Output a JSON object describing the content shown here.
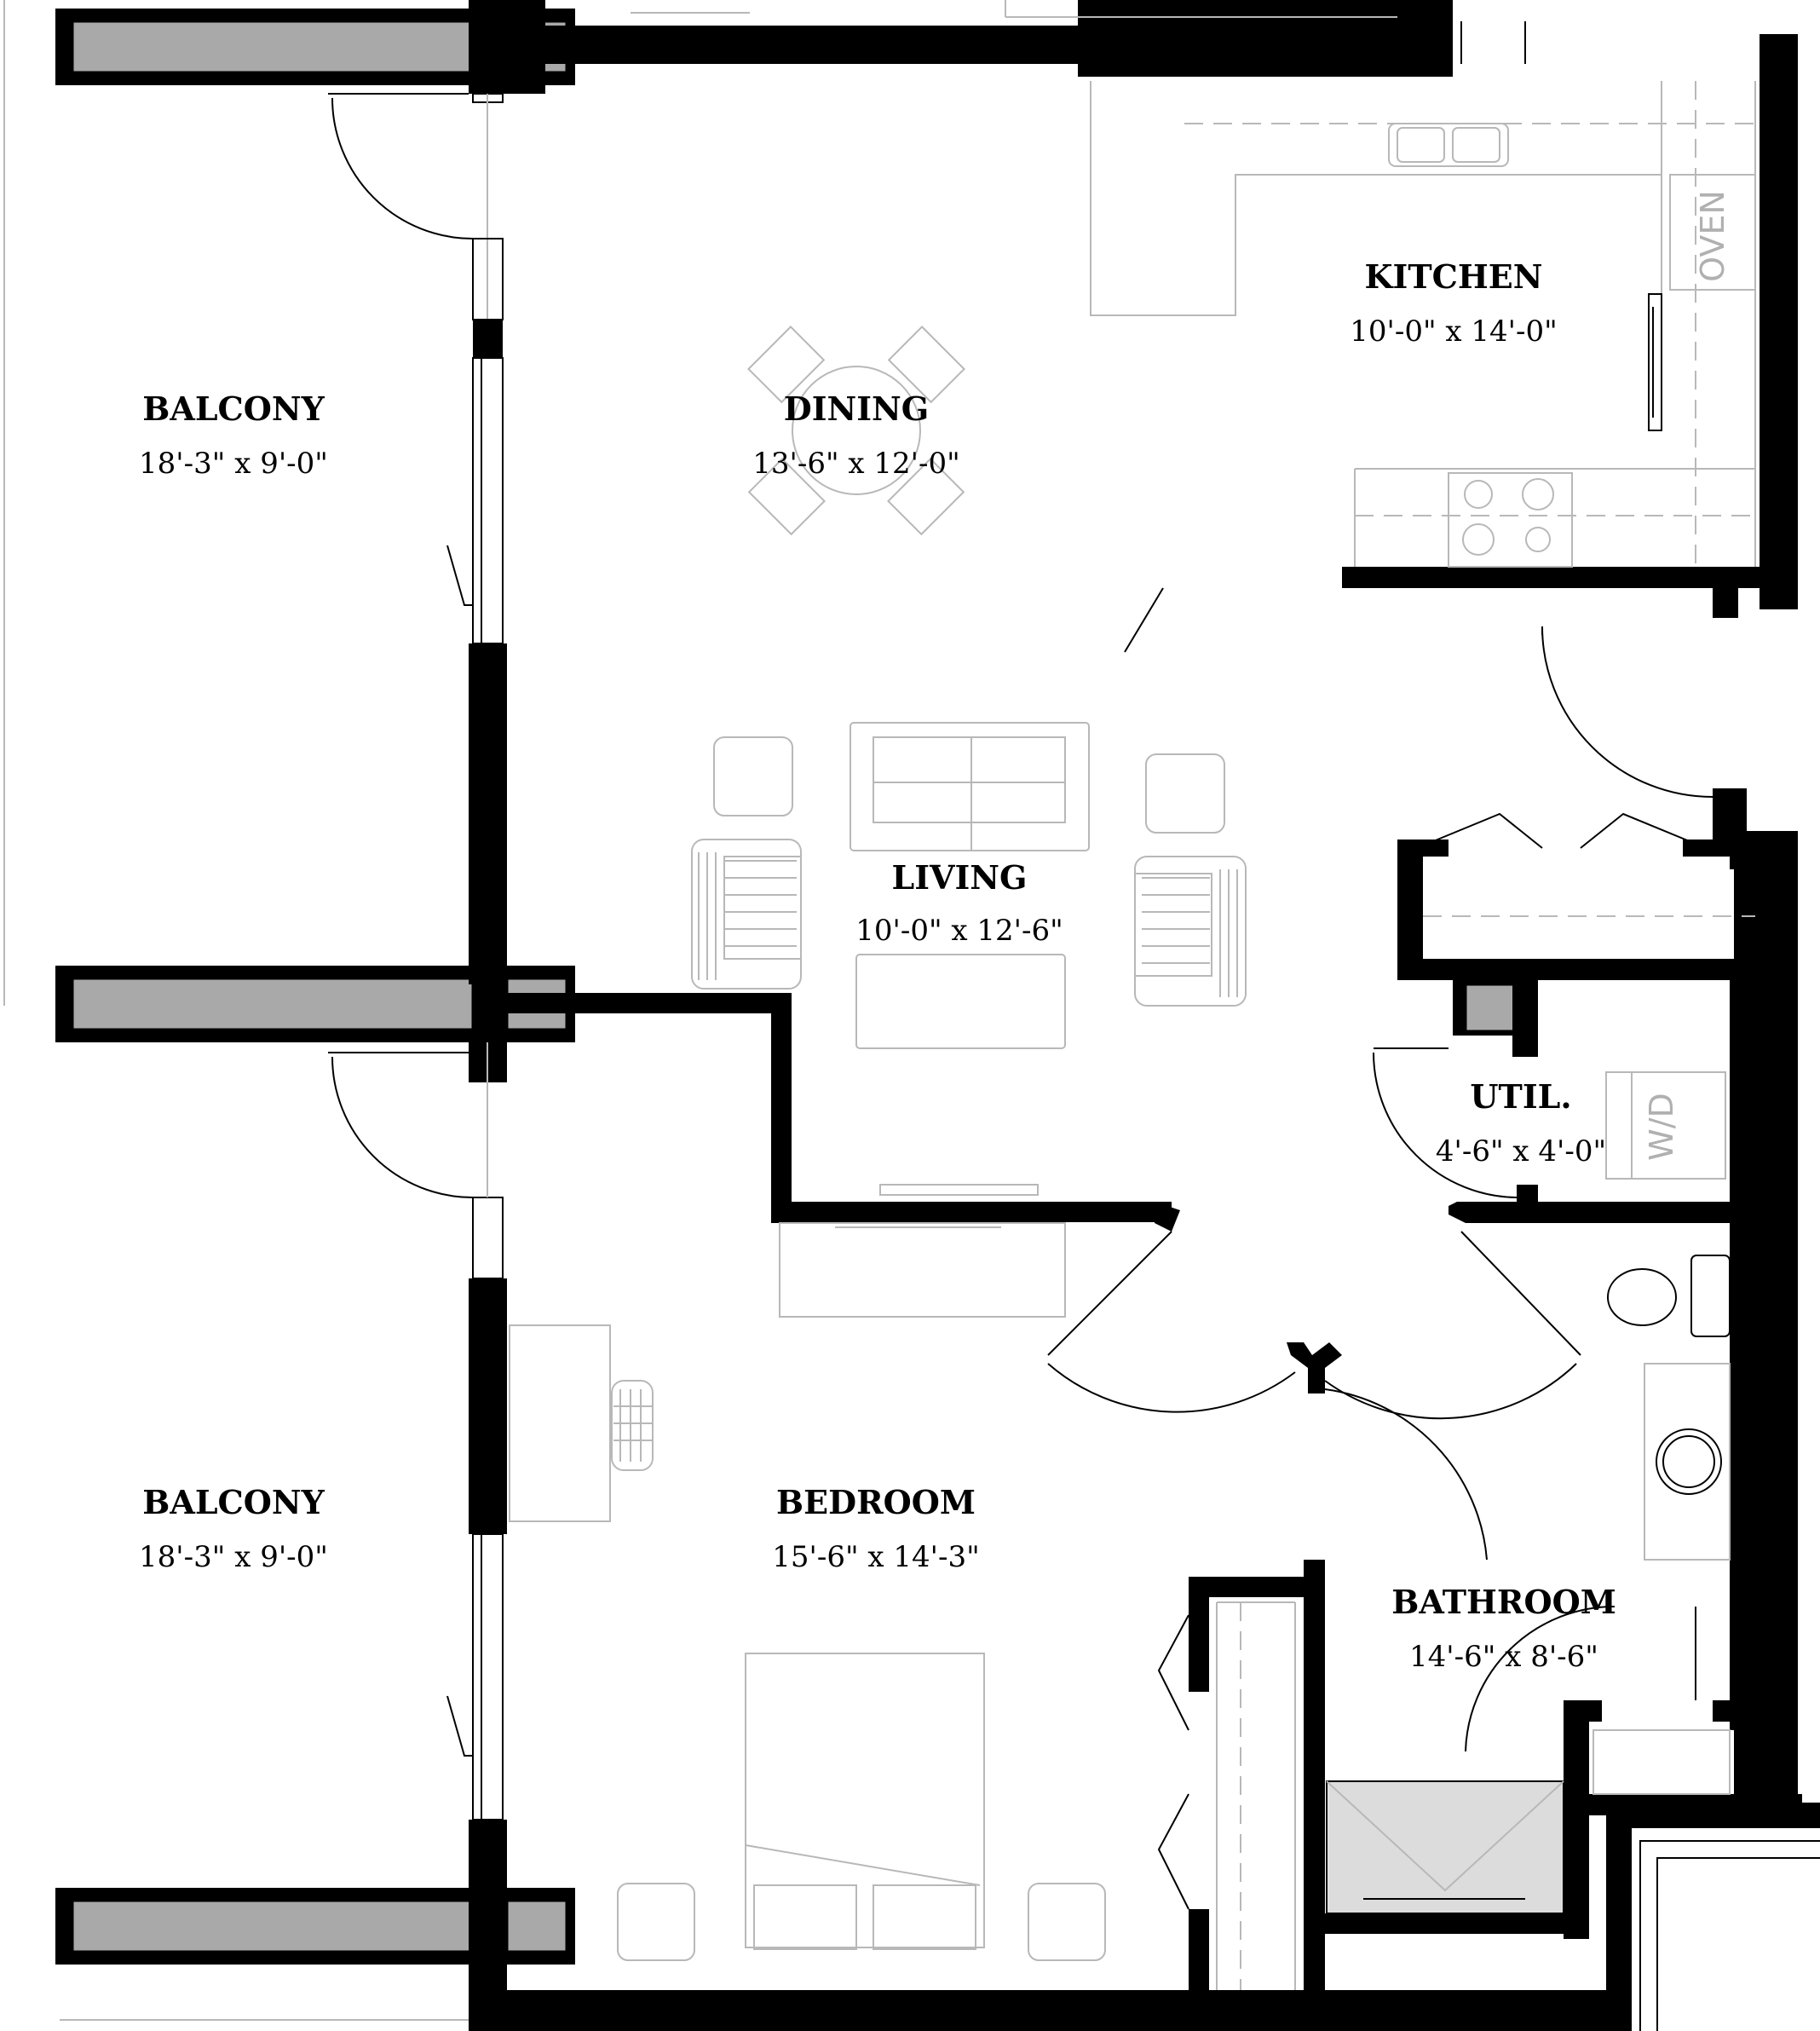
{
  "rooms": {
    "balcony_upper": {
      "name": "BALCONY",
      "size": "18'-3\" x 9'-0\""
    },
    "dining": {
      "name": "DINING",
      "size": "13'-6\" x 12'-0\""
    },
    "kitchen": {
      "name": "KITCHEN",
      "size": "10'-0\" x 14'-0\""
    },
    "living": {
      "name": "LIVING",
      "size": "10'-0\" x 12'-6\""
    },
    "util": {
      "name": "UTIL.",
      "size": "4'-6\" x 4'-0\""
    },
    "balcony_lower": {
      "name": "BALCONY",
      "size": "18'-3\" x 9'-0\""
    },
    "bedroom": {
      "name": "BEDROOM",
      "size": "15'-6\" x 14'-3\""
    },
    "bathroom": {
      "name": "BATHROOM",
      "size": "14'-6\" x 8'-6\""
    }
  },
  "fixtures": {
    "oven": "OVEN",
    "washer_dryer": "W/D"
  },
  "colors": {
    "wall": "#000000",
    "balcony_panel": "#a9a9a9",
    "furniture_line": "#b8b8b8",
    "shower_fill": "#dcdcdc"
  }
}
